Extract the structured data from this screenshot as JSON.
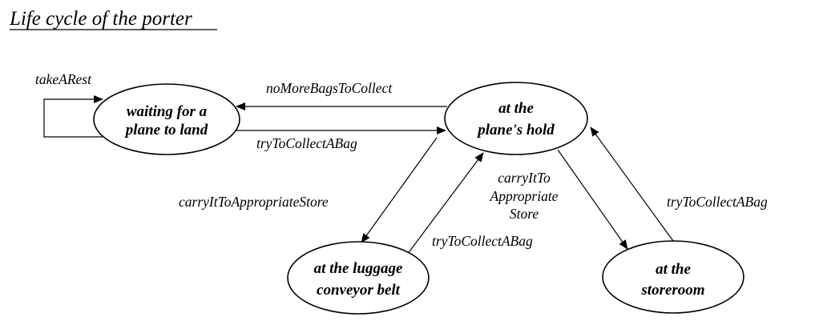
{
  "title": "Life cycle of the porter",
  "states": {
    "waiting": {
      "lines": [
        "waiting for a",
        "plane to land"
      ]
    },
    "hold": {
      "lines": [
        "at the",
        "plane's hold"
      ]
    },
    "conveyor": {
      "lines": [
        "at the luggage",
        "conveyor belt"
      ]
    },
    "storeroom": {
      "lines": [
        "at the",
        "storeroom"
      ]
    }
  },
  "transitions": {
    "take_a_rest": {
      "from": "waiting",
      "to": "waiting",
      "lines": [
        "takeARest"
      ]
    },
    "no_more_bags": {
      "from": "hold",
      "to": "waiting",
      "lines": [
        "noMoreBagsToCollect"
      ]
    },
    "try_collect_waiting": {
      "from": "waiting",
      "to": "hold",
      "lines": [
        "tryToCollectABag"
      ]
    },
    "carry_to_conveyor": {
      "from": "hold",
      "to": "conveyor",
      "lines": [
        "carryItToAppropriateStore"
      ]
    },
    "try_collect_conveyor": {
      "from": "conveyor",
      "to": "hold",
      "lines": [
        "tryToCollectABag"
      ]
    },
    "carry_to_storeroom": {
      "from": "hold",
      "to": "storeroom",
      "lines": [
        "carryItTo",
        "Appropriate",
        "Store"
      ]
    },
    "try_collect_storeroom": {
      "from": "storeroom",
      "to": "hold",
      "lines": [
        "tryToCollectABag"
      ]
    }
  }
}
